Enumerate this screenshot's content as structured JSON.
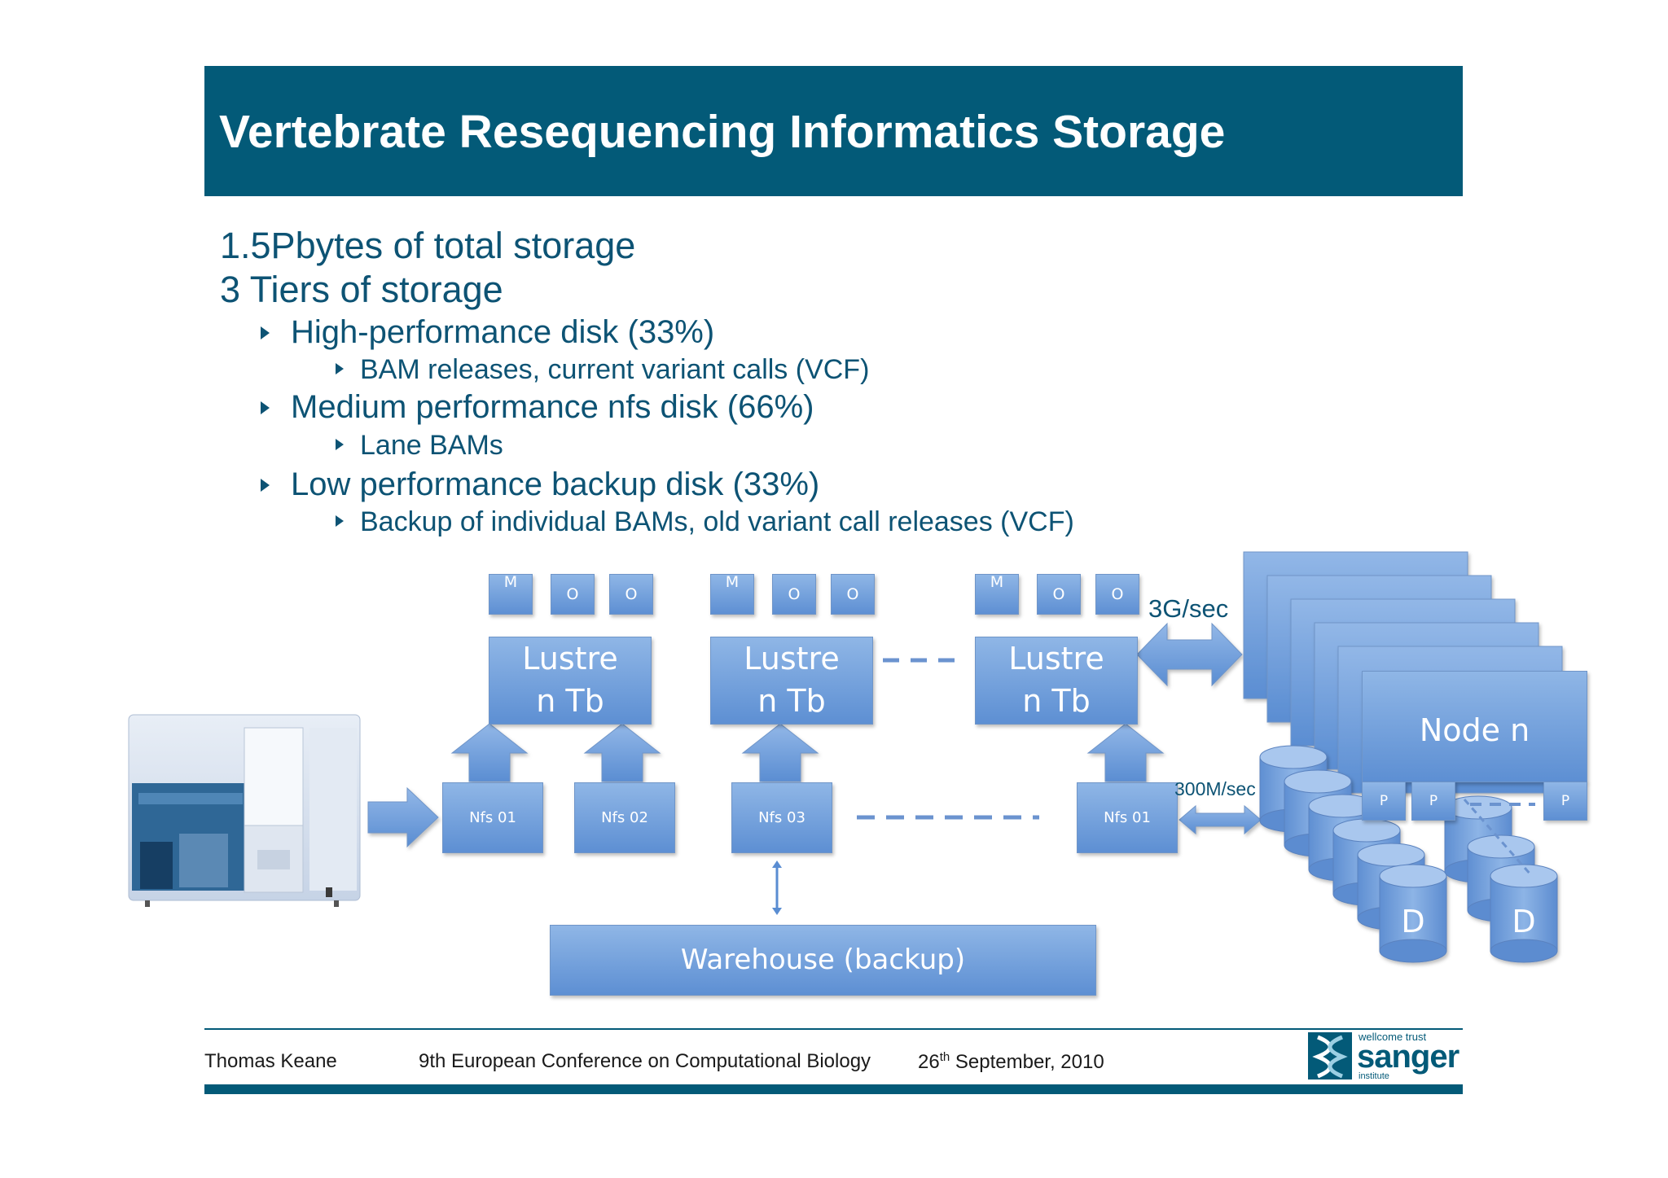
{
  "slide": {
    "title": "Vertebrate Resequencing Informatics Storage"
  },
  "bullets": [
    {
      "level": 1,
      "text": "1.5Pbytes of total storage"
    },
    {
      "level": 1,
      "text": "3 Tiers of storage"
    },
    {
      "level": 2,
      "text": "High-performance disk (33%)"
    },
    {
      "level": 3,
      "text": "BAM releases, current variant calls (VCF)"
    },
    {
      "level": 2,
      "text": "Medium performance nfs disk (66%)"
    },
    {
      "level": 3,
      "text": "Lane BAMs"
    },
    {
      "level": 2,
      "text": "Low performance backup disk (33%)"
    },
    {
      "level": 3,
      "text": "Backup of individual BAMs, old variant call releases (VCF)"
    }
  ],
  "diagram": {
    "lustre": [
      {
        "label_line1": "Lustre",
        "label_line2": "n Tb",
        "tabs": [
          "M",
          "O",
          "O"
        ]
      },
      {
        "label_line1": "Lustre",
        "label_line2": "n Tb",
        "tabs": [
          "M",
          "O",
          "O"
        ]
      },
      {
        "label_line1": "Lustre",
        "label_line2": "n Tb",
        "tabs": [
          "M",
          "O",
          "O"
        ]
      }
    ],
    "nfs": [
      "Nfs 01",
      "Nfs 02",
      "Nfs 03",
      "Nfs 01"
    ],
    "warehouse": "Warehouse (backup)",
    "speed_fast": "3G/sec",
    "speed_slow": "300M/sec",
    "node_label": "Node n",
    "node_tab": "P",
    "disk_label": "D"
  },
  "footer": {
    "author": "Thomas Keane",
    "conference": "9th European Conference on Computational Biology",
    "date_day": "26",
    "date_sup": "th",
    "date_rest": " September, 2010",
    "logo_top": "wellcome trust",
    "logo_main": "sanger",
    "logo_bottom": "institute"
  },
  "colors": {
    "title_bar": "#035a78",
    "text": "#0d5374",
    "box": "#6f9ad8"
  }
}
